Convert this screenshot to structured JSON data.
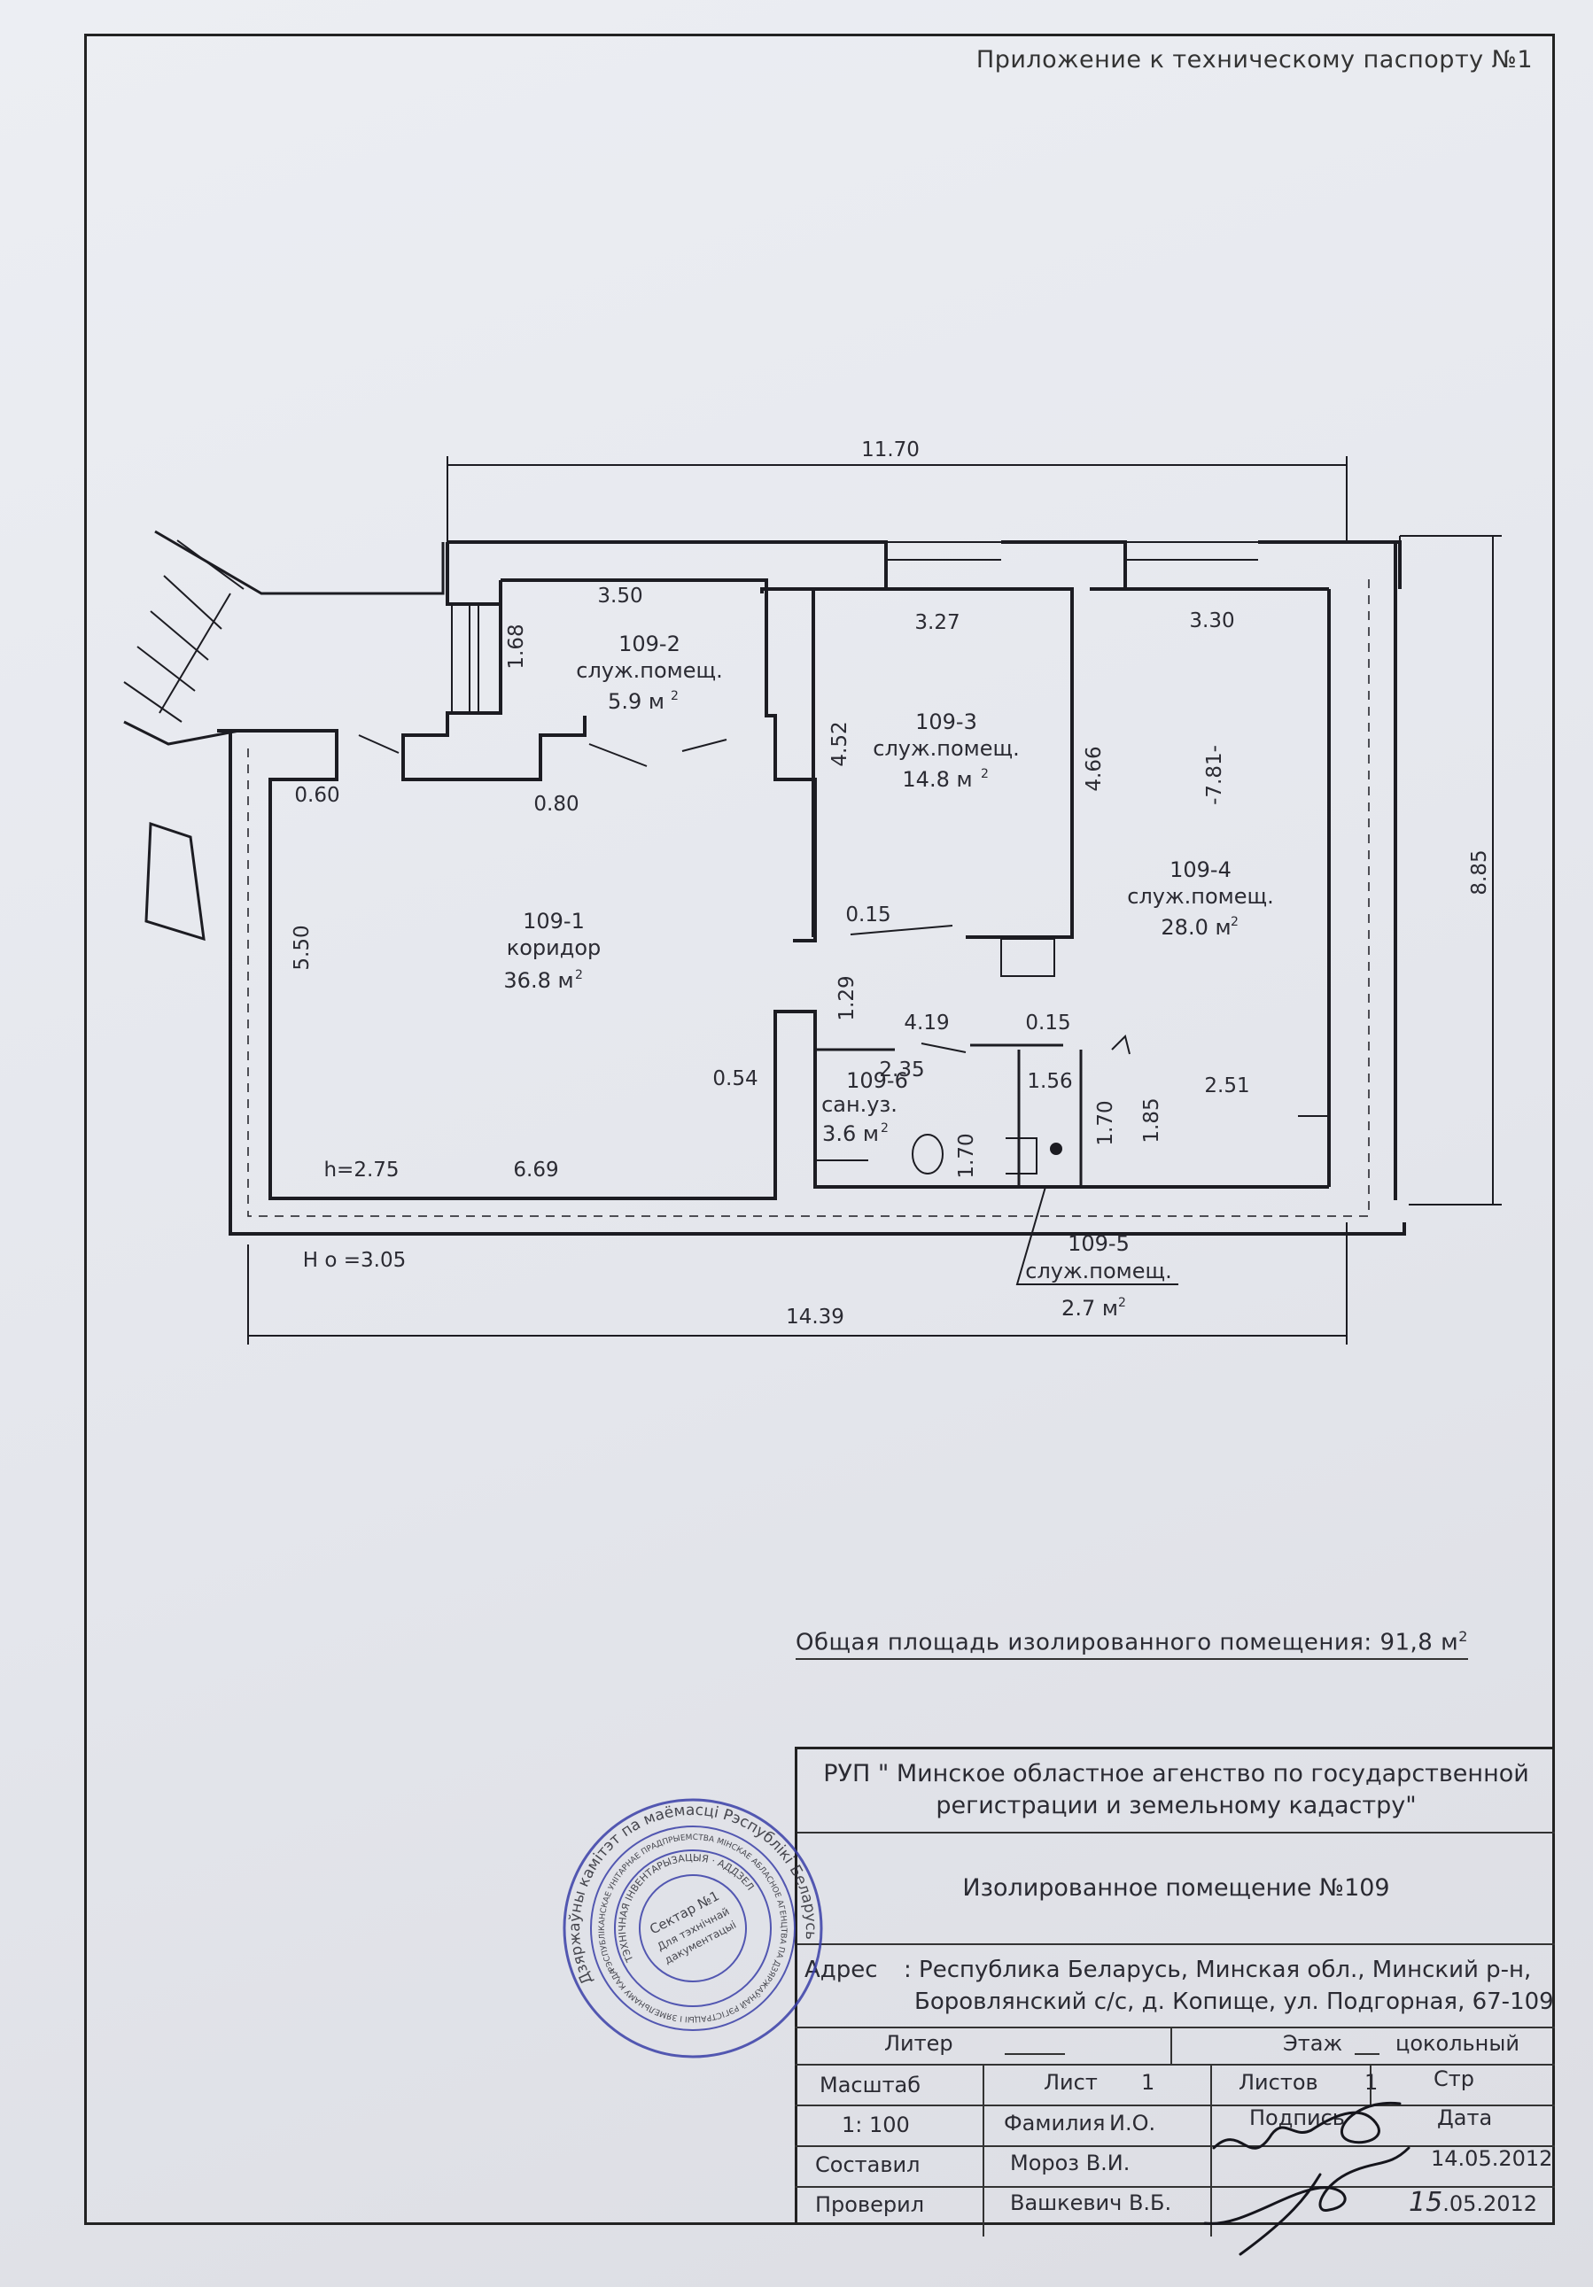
{
  "header": {
    "appendix": "Приложение к техническому паспорту №1"
  },
  "plan": {
    "rooms": [
      {
        "number": "109-1",
        "name": "коридор",
        "area": "36.8 м"
      },
      {
        "number": "109-2",
        "name": "служ.помещ.",
        "area": "5.9 м"
      },
      {
        "number": "109-3",
        "name": "служ.помещ.",
        "area": "14.8 м"
      },
      {
        "number": "109-4",
        "name": "служ.помещ.",
        "area": "28.0 м"
      },
      {
        "number": "109-5",
        "name": "служ.помещ.",
        "area": "2.7 м"
      },
      {
        "number": "109-6",
        "name": "сан.уз.",
        "area": "3.6 м"
      }
    ],
    "area_sup": "2",
    "dims": {
      "top_width": "11.70",
      "bottom_width": "14.39",
      "right_height": "8.85",
      "r2_width": "3.50",
      "r2_height": "1.68",
      "r3_width": "3.27",
      "r3_height": "4.52",
      "r4_width": "3.30",
      "r4_inner": "4.66",
      "r4_length": "-7.81-",
      "d060": "0.60",
      "d080": "0.80",
      "d550": "5.50",
      "d015a": "0.15",
      "d129": "1.29",
      "d419": "4.19",
      "d015b": "0.15",
      "d235": "2.35",
      "d156": "1.56",
      "d251": "2.51",
      "d054": "0.54",
      "d170a": "1.70",
      "d170b": "1.70",
      "d185": "1.85",
      "h_room": "h=2.75",
      "d669": "6.69",
      "h_floor": "H o =3.05"
    }
  },
  "total_area": {
    "label": "Общая площадь изолированного помещения: 91,8 м",
    "sup": "2"
  },
  "title_block": {
    "org_line1": "РУП \" Минское областное агенство по государственной",
    "org_line2": "регистрации и  земельному кадастру\"",
    "object": "Изолированное помещение №109",
    "address_label": "Адрес",
    "address_line1": ": Республика Беларусь, Минская обл., Минский р-н,",
    "address_line2": "Боровлянский с/с, д. Копище, ул. Подгорная,   67-109",
    "liter_label": "Литер",
    "floor_label": "Этаж",
    "floor_value": "цокольный",
    "scale_label": "Масштаб",
    "scale_value": "1: 100",
    "sheet_label": "Лист",
    "sheet_value": "1",
    "sheets_label": "Листов",
    "sheets_value": "1",
    "page_label": "Стр",
    "surname_label": "Фамилия",
    "initials_label": "И.О.",
    "signature_label": "Подпись",
    "date_label": "Дата",
    "composed_label": "Составил",
    "composed_name": "Мороз В.И.",
    "composed_date": "14.05.2012",
    "checked_label": "Проверил",
    "checked_name": "Вашкевич В.Б.",
    "checked_date_day": "15",
    "checked_date_rest": ".05.2012"
  },
  "stamp": {
    "outer_text": "Дзяржаўны камітэт па маёмасці Рэспублікі Беларусь",
    "middle_text": "РЭСПУБЛІКАНСКАЕ УНІТАРНАЕ ПРАДПРЫЕМСТВА МІНСКАЕ АБЛАСНОЕ АГЕНЦТВА ПА ДЗЯРЖАЎНАЙ РЭГІСТРАЦЫІ І ЗЯМЕЛЬНАМУ КАДАСТРУ",
    "inner_text": "ТЭХНІЧНАЯ ІНВЕНТАРЫЗАЦЫЯ · АДДЗЕЛ",
    "center_line1": "Сектар №1",
    "center_line2": "Для тэхнічнай",
    "center_line3": "дакументацыі",
    "ink_color": "#3a3fa8"
  }
}
